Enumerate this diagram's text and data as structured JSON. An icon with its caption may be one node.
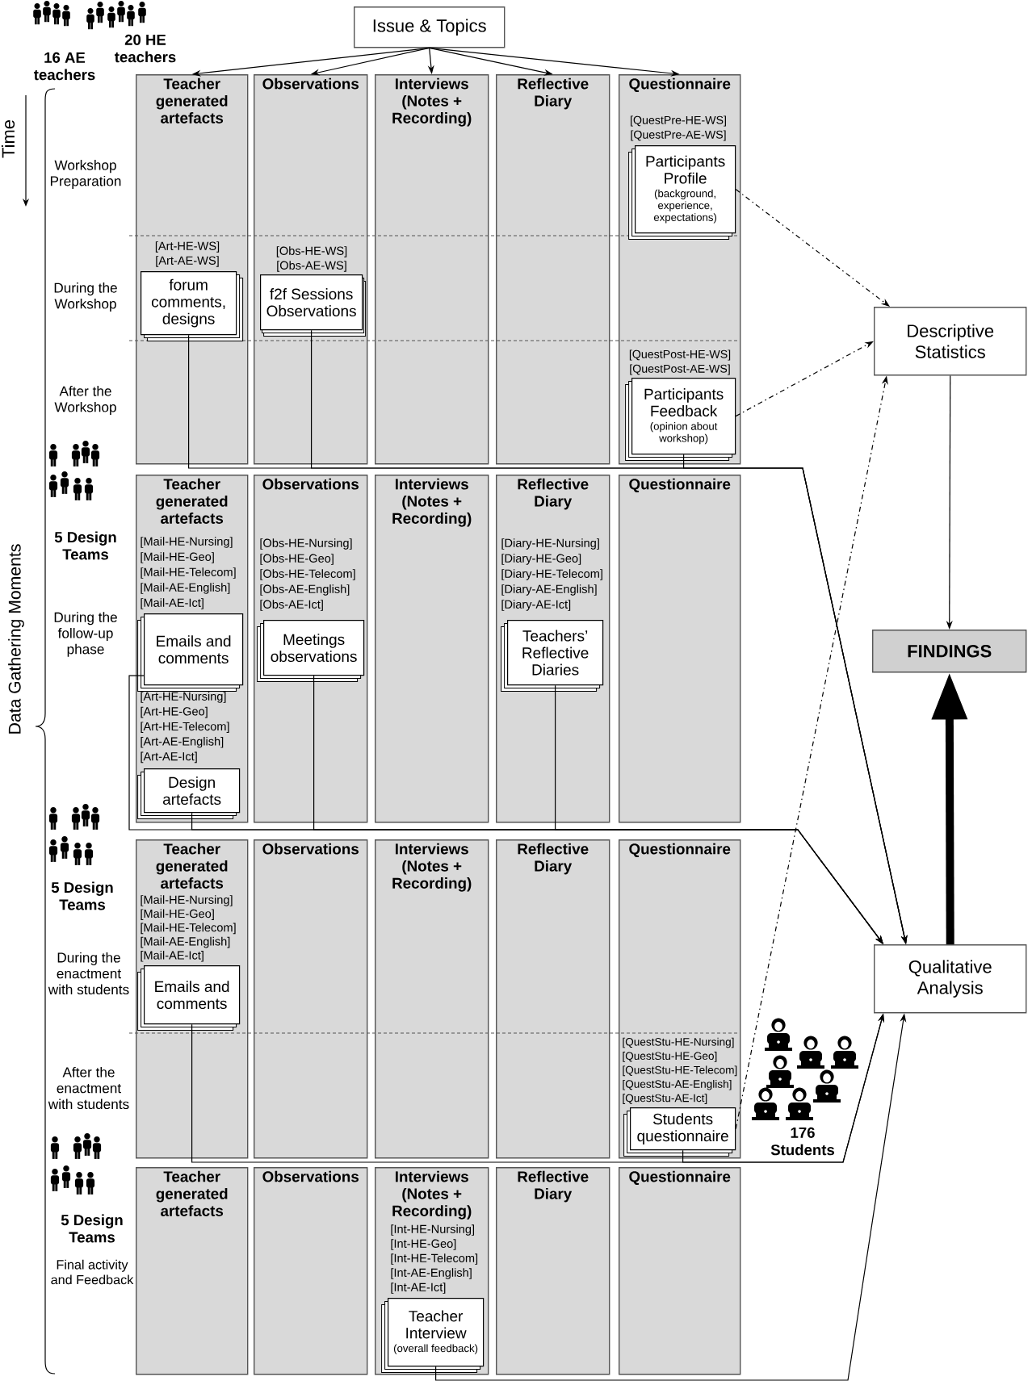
{
  "diagram": {
    "nodes": [
      {
        "text": [
          "Issue & Topics"
        ]
      },
      {
        "text": [
          "Teacher generated artefacts"
        ]
      },
      {
        "text": [
          "Observations"
        ]
      },
      {
        "text": [
          "Interviews (Notes + Recording)"
        ]
      },
      {
        "text": [
          "Reflective Diary"
        ]
      },
      {
        "text": [
          "Questionnaire"
        ]
      },
      {
        "text": [
          "Participants Profile",
          "(background, experience, expectations)"
        ],
        "in": 5,
        "beside": [
          "[QuestPre-HE-WS]",
          "[QuestPre-AE-WS]"
        ]
      },
      {
        "text": [
          "forum comments, designs"
        ],
        "in": 1,
        "beside": [
          "[Art-HE-WS]",
          "[Art-AE-WS]"
        ]
      },
      {
        "text": [
          "f2f Sessions Observations"
        ],
        "in": 2,
        "beside": [
          "[Obs-HE-WS]",
          "[Obs-AE-WS]"
        ]
      },
      {
        "text": [
          "Participants Feedback",
          "(opinion about workshop)"
        ],
        "in": 5,
        "beside": [
          "[QuestPost-HE-WS]",
          "[QuestPost-AE-WS]"
        ]
      },
      {
        "text": [
          "Teacher generated artefacts"
        ]
      },
      {
        "text": [
          "Observations"
        ]
      },
      {
        "text": [
          "Interviews (Notes + Recording)"
        ]
      },
      {
        "text": [
          "Reflective Diary"
        ]
      },
      {
        "text": [
          "Questionnaire"
        ]
      },
      {
        "text": [
          "Emails and comments"
        ],
        "in": 10,
        "beside": [
          "[Mail-HE-Nursing]",
          "[Mail-HE-Geo]",
          "[Mail-HE-Telecom]",
          "[Mail-AE-English]",
          "[Mail-AE-Ict]"
        ]
      },
      {
        "text": [
          "Meetings observations"
        ],
        "in": 11,
        "beside": [
          "[Obs-HE-Nursing]",
          "[Obs-HE-Geo]",
          "[Obs-HE-Telecom]",
          "[Obs-AE-English]",
          "[Obs-AE-Ict]"
        ]
      },
      {
        "text": [
          "Teachers’ Reflective Diaries"
        ],
        "in": 13,
        "beside": [
          "[Diary-HE-Nursing]",
          "[Diary-HE-Geo]",
          "[Diary-HE-Telecom]",
          "[Diary-AE-English]",
          "[Diary-AE-Ict]"
        ]
      },
      {
        "text": [
          "Design artefacts"
        ],
        "in": 10,
        "beside": [
          "[Art-HE-Nursing]",
          "[Art-HE-Geo]",
          "[Art-HE-Telecom]",
          "[Art-AE-English]",
          "[Art-AE-Ict]"
        ]
      },
      {
        "text": [
          "Teacher generated artefacts"
        ]
      },
      {
        "text": [
          "Observations"
        ]
      },
      {
        "text": [
          "Interviews (Notes + Recording)"
        ]
      },
      {
        "text": [
          "Reflective Diary"
        ]
      },
      {
        "text": [
          "Questionnaire"
        ]
      },
      {
        "text": [
          "Emails and comments"
        ],
        "in": 19,
        "beside": [
          "[Mail-HE-Nursing]",
          "[Mail-HE-Geo]",
          "[Mail-HE-Telecom]",
          "[Mail-AE-English]",
          "[Mail-AE-Ict]"
        ]
      },
      {
        "text": [
          "Students questionnaire"
        ],
        "in": 23,
        "beside": [
          "[QuestStu-HE-Nursing]",
          "[QuestStu-HE-Geo]",
          "[QuestStu-HE-Telecom]",
          "[QuestStu-AE-English]",
          "[QuestStu-AE-Ict]"
        ]
      },
      {
        "text": [
          "Teacher generated artefacts"
        ]
      },
      {
        "text": [
          "Observations"
        ]
      },
      {
        "text": [
          "Interviews (Notes + Recording)"
        ]
      },
      {
        "text": [
          "Reflective Diary"
        ]
      },
      {
        "text": [
          "Questionnaire"
        ]
      },
      {
        "text": [
          "Teacher Interview",
          "(overall feedback)"
        ],
        "in": 28,
        "beside": [
          "[Int-HE-Nursing]",
          "[Int-HE-Geo]",
          "[Int-HE-Telecom]",
          "[Int-AE-English]",
          "[Int-AE-Ict]"
        ]
      },
      {
        "text": [
          "Descriptive Statistics"
        ]
      },
      {
        "text": [
          "FINDINGS"
        ]
      },
      {
        "text": [
          "Qualitative Analysis"
        ]
      }
    ],
    "edges": [
      {
        "from": 0,
        "to": 1,
        "arrow": "to"
      },
      {
        "from": 0,
        "to": 2,
        "arrow": "to"
      },
      {
        "from": 0,
        "to": 3,
        "arrow": "to"
      },
      {
        "from": 0,
        "to": 4,
        "arrow": "to"
      },
      {
        "from": 0,
        "to": 5,
        "arrow": "to"
      },
      {
        "from": 6,
        "to": 32,
        "arrow": "to",
        "style": "dashed"
      },
      {
        "from": 9,
        "to": 32,
        "arrow": "to",
        "style": "dashed"
      },
      {
        "from": 25,
        "to": 32,
        "arrow": "to",
        "style": "dashed"
      },
      {
        "from": 7,
        "to": 34,
        "arrow": "to"
      },
      {
        "from": 8,
        "to": 34,
        "arrow": "to"
      },
      {
        "from": 9,
        "to": 34,
        "arrow": "to"
      },
      {
        "from": 15,
        "to": 34,
        "arrow": "to"
      },
      {
        "from": 18,
        "to": 34,
        "arrow": "to"
      },
      {
        "from": 16,
        "to": 34,
        "arrow": "to"
      },
      {
        "from": 17,
        "to": 34,
        "arrow": "to"
      },
      {
        "from": 24,
        "to": 34,
        "arrow": "to"
      },
      {
        "from": 25,
        "to": 34,
        "arrow": "to"
      },
      {
        "from": 31,
        "to": 34,
        "arrow": "to"
      },
      {
        "from": 32,
        "to": 33,
        "arrow": "to"
      },
      {
        "from": 34,
        "to": 33,
        "arrow": "to",
        "style": "thick"
      }
    ],
    "labels": [
      "16 AE teachers",
      "20 HE teachers",
      "Time",
      "Workshop Preparation",
      "During the Workshop",
      "After the Workshop",
      "Data Gathering Moments",
      "5 Design Teams",
      "During the follow-up phase",
      "5 Design Teams",
      "During the enactment with students",
      "After the enactment with students",
      "176 Students",
      "5 Design Teams",
      "Final activity and Feedback"
    ]
  }
}
